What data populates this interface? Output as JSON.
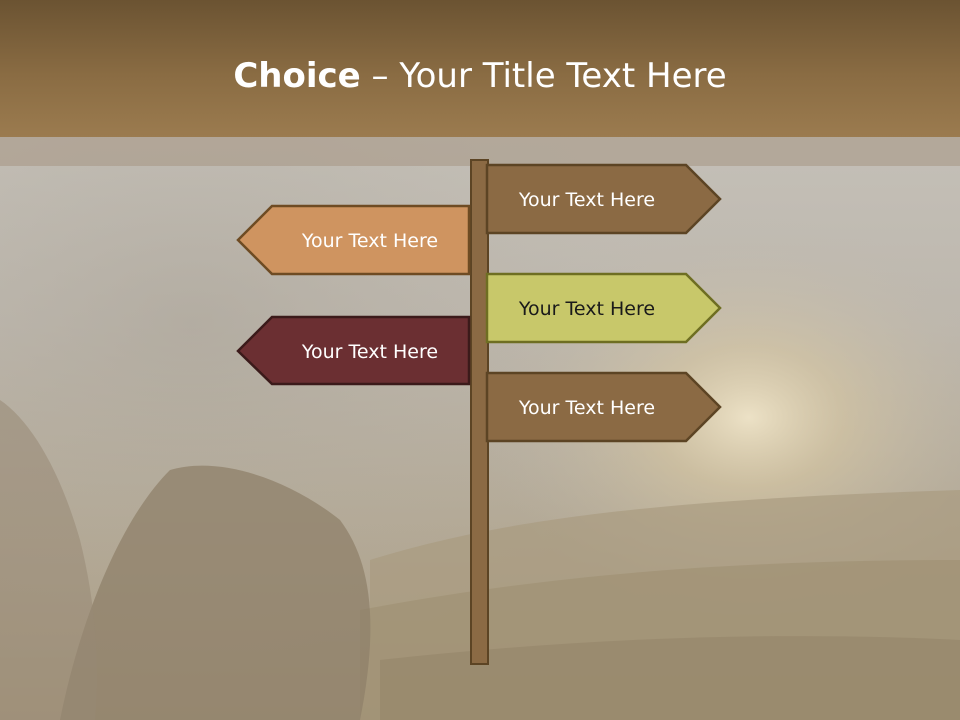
{
  "slide": {
    "title_bold": "Choice",
    "title_rest": " – Your Title Text Here"
  },
  "signs": [
    {
      "label": "Your Text Here",
      "direction": "right",
      "fill": "#8b6a44",
      "stroke": "#5c4424",
      "text_color": "#ffffff"
    },
    {
      "label": "Your Text Here",
      "direction": "left",
      "fill": "#cf9460",
      "stroke": "#6e4b23",
      "text_color": "#ffffff"
    },
    {
      "label": "Your Text Here",
      "direction": "right",
      "fill": "#c8c86a",
      "stroke": "#6e6e22",
      "text_color": "#1a1a1a"
    },
    {
      "label": "Your Text Here",
      "direction": "left",
      "fill": "#6b2f32",
      "stroke": "#3b1a1a",
      "text_color": "#ffffff"
    },
    {
      "label": "Your Text Here",
      "direction": "right",
      "fill": "#8b6a44",
      "stroke": "#5c4424",
      "text_color": "#ffffff"
    }
  ],
  "post": {
    "fill": "#8b6a44",
    "stroke": "#5c4424"
  },
  "colors": {
    "title_bar": "#8a6c43",
    "background": "#bdb7ad"
  }
}
